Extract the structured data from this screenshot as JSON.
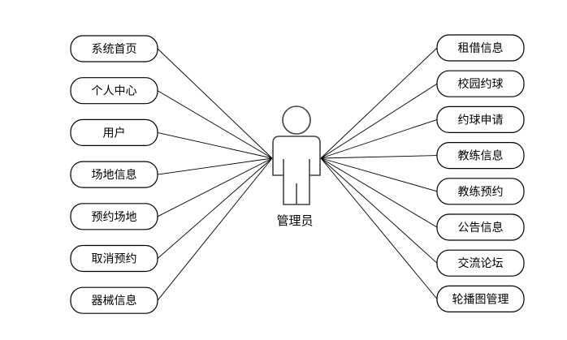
{
  "actor": {
    "label": "管理员"
  },
  "left_items": [
    {
      "label": "系统首页"
    },
    {
      "label": "个人中心"
    },
    {
      "label": "用户"
    },
    {
      "label": "场地信息"
    },
    {
      "label": "预约场地"
    },
    {
      "label": "取消预约"
    },
    {
      "label": "器械信息"
    }
  ],
  "right_items": [
    {
      "label": "租借信息"
    },
    {
      "label": "校园约球"
    },
    {
      "label": "约球申请"
    },
    {
      "label": "教练信息"
    },
    {
      "label": "教练预约"
    },
    {
      "label": "公告信息"
    },
    {
      "label": "交流论坛"
    },
    {
      "label": "轮播图管理"
    }
  ]
}
